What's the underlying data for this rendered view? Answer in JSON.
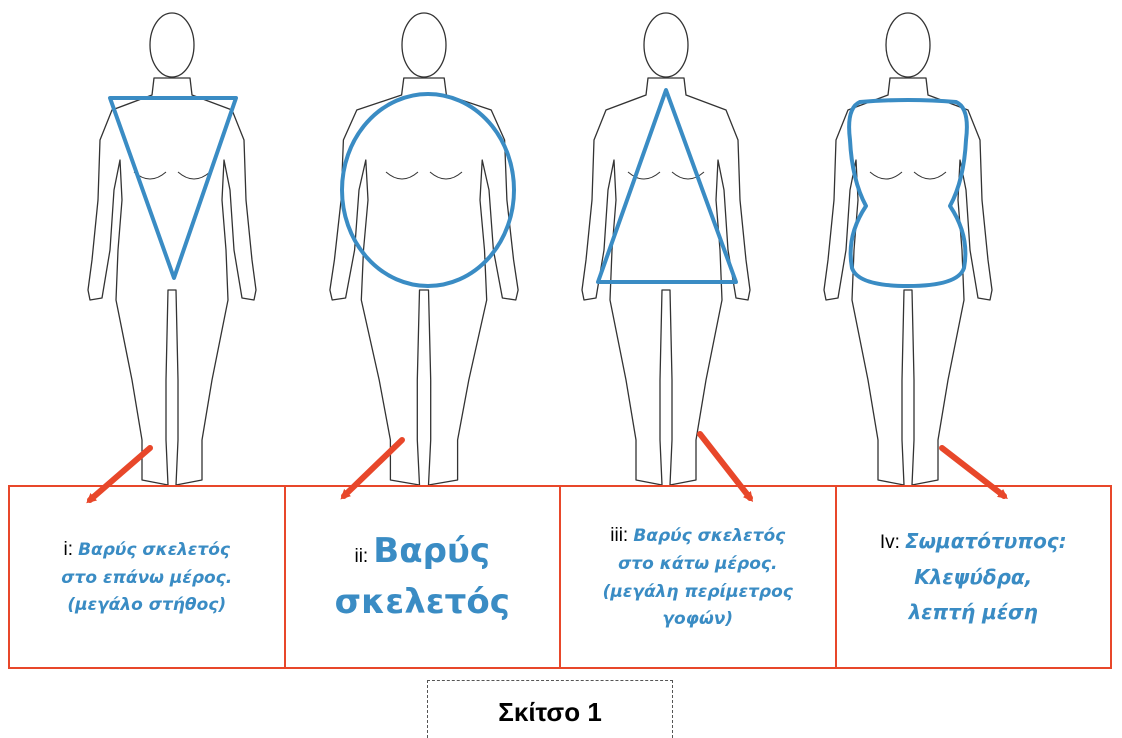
{
  "figures": [
    {
      "id": "i",
      "shape": "inverted-triangle",
      "arrow_direction": "down-left"
    },
    {
      "id": "ii",
      "shape": "circle",
      "arrow_direction": "down-left"
    },
    {
      "id": "iii",
      "shape": "triangle",
      "arrow_direction": "down-right"
    },
    {
      "id": "iv",
      "shape": "hourglass",
      "arrow_direction": "down-right"
    }
  ],
  "labels": [
    {
      "prefix": "i:",
      "lines": [
        "Βαρύς σκελετός",
        "στο επάνω μέρος.",
        "(μεγάλο στήθος)"
      ]
    },
    {
      "prefix": "ii:",
      "lines": [
        "Βαρύς",
        "σκελετός"
      ]
    },
    {
      "prefix": "iii:",
      "lines": [
        "Βαρύς σκελετός",
        "στο κάτω μέρος.",
        "(μεγάλη περίμετρος",
        "γοφών)"
      ]
    },
    {
      "prefix": "Iv:",
      "lines": [
        "Σωματότυπος:",
        "Κλεψύδρα,",
        "λεπτή μέση"
      ]
    }
  ],
  "caption": "Σκίτσο 1",
  "colors": {
    "shape": "#3a8cc4",
    "arrow": "#e8472a",
    "box_border": "#e8472a",
    "figure_line": "#333333"
  }
}
